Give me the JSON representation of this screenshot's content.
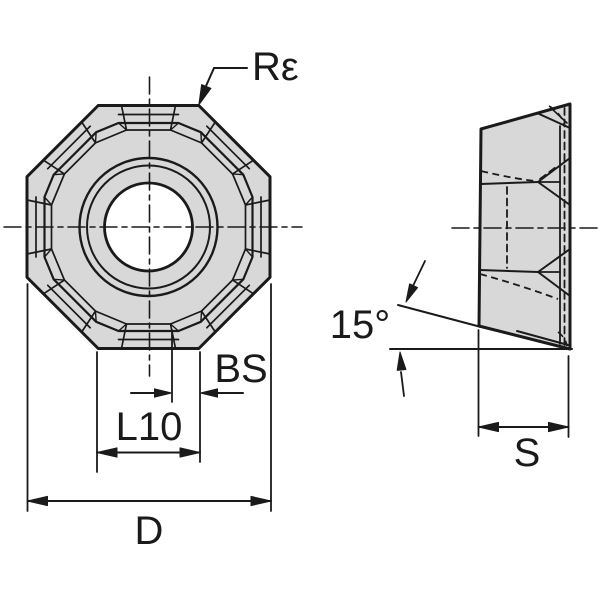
{
  "drawing": {
    "type": "technical-drawing",
    "subject": "octagonal milling insert, front and side views",
    "labels": {
      "corner_radius": "Rε",
      "wiper_width": "BS",
      "edge_length": "L10",
      "diameter": "D",
      "clearance_angle": "15°",
      "thickness": "S"
    },
    "colors": {
      "insert_fill": "#d8d8d8",
      "line": "#1a1a1a",
      "background": "#ffffff"
    }
  }
}
